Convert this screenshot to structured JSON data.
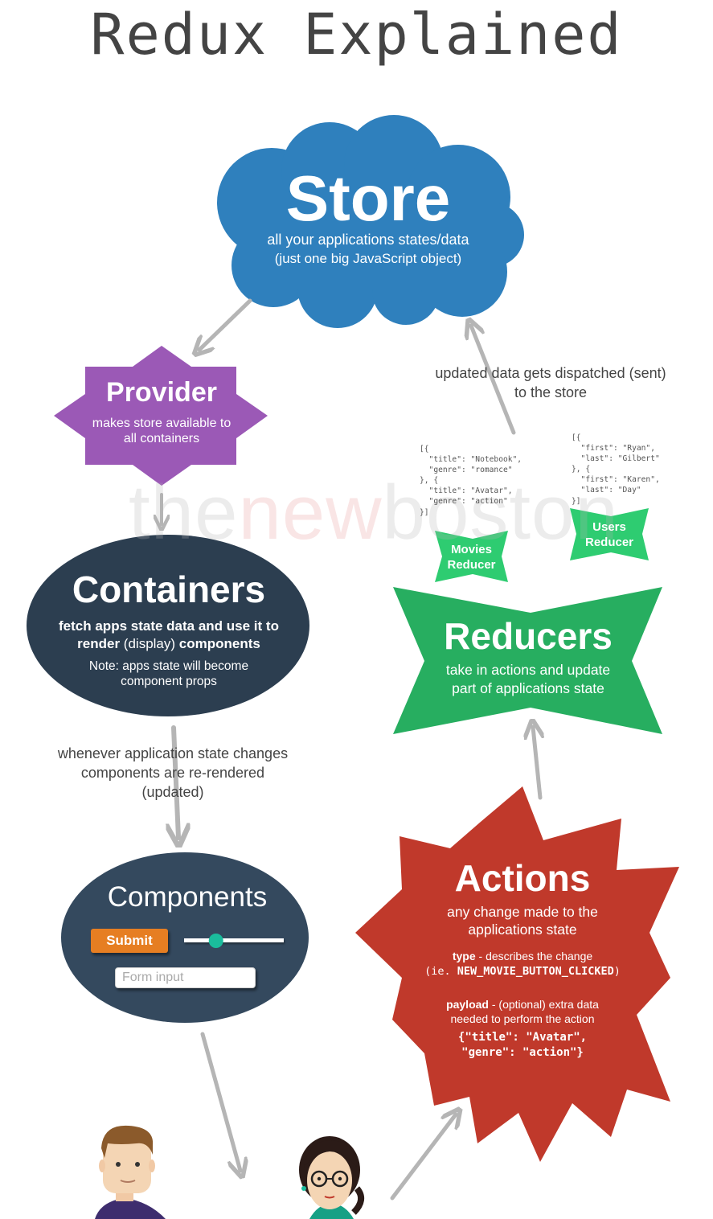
{
  "title": "Redux Explained",
  "store": {
    "heading": "Store",
    "line1": "all your applications states/data",
    "line2": "(just one big JavaScript object)"
  },
  "provider": {
    "heading": "Provider",
    "line1": "makes store available to",
    "line2": "all containers"
  },
  "containers": {
    "heading": "Containers",
    "line1": "fetch apps state data and use it to",
    "line2a": "render",
    "line2b": " (display) ",
    "line2c": "components",
    "note1": "Note: apps state will become",
    "note2": "component props"
  },
  "rerender_note": {
    "line1": "whenever application state changes",
    "line2": "components are re-rendered",
    "line3": "(updated)"
  },
  "components": {
    "heading": "Components",
    "submit_label": "Submit",
    "input_placeholder": "Form input",
    "slider_value": 0.32
  },
  "actions": {
    "heading": "Actions",
    "line1": "any change made to the",
    "line2": "applications state",
    "type_key": "type",
    "type_desc": " - describes the change",
    "type_example_pre": "(ie. ",
    "type_example_code": "NEW_MOVIE_BUTTON_CLICKED",
    "type_example_post": ")",
    "payload_key": "payload",
    "payload_desc": " - (optional) extra data",
    "payload_desc2": "needed to perform the action",
    "payload_code1": "{\"title\": \"Avatar\",",
    "payload_code2": "\"genre\": \"action\"}"
  },
  "reducers": {
    "heading": "Reducers",
    "line1": "take in actions and update",
    "line2": "part of applications state"
  },
  "movies_reducer": {
    "line1": "Movies",
    "line2": "Reducer",
    "code": "[{\n  \"title\": \"Notebook\",\n  \"genre\": \"romance\"\n}, {\n  \"title\": \"Avatar\",\n  \"genre\": \"action\"\n}]"
  },
  "users_reducer": {
    "line1": "Users",
    "line2": "Reducer",
    "code": "[{\n  \"first\": \"Ryan\",\n  \"last\": \"Gilbert\"\n}, {\n  \"first\": \"Karen\",\n  \"last\": \"Day\"\n}]"
  },
  "dispatch_note": {
    "line1": "updated data gets dispatched (sent)",
    "line2": "to the store"
  },
  "watermark": {
    "a": "the",
    "b": "new",
    "c": "boston"
  },
  "colors": {
    "store": "#2f80bd",
    "provider": "#9b59b6",
    "containers": "#2c3e50",
    "components": "#34495e",
    "actions": "#c0392b",
    "reducers": "#27ae60",
    "sub_reducer": "#2ecc71",
    "arrow": "#b5b5b5",
    "submit": "#e67e22",
    "slider_knob": "#1abc9c"
  }
}
